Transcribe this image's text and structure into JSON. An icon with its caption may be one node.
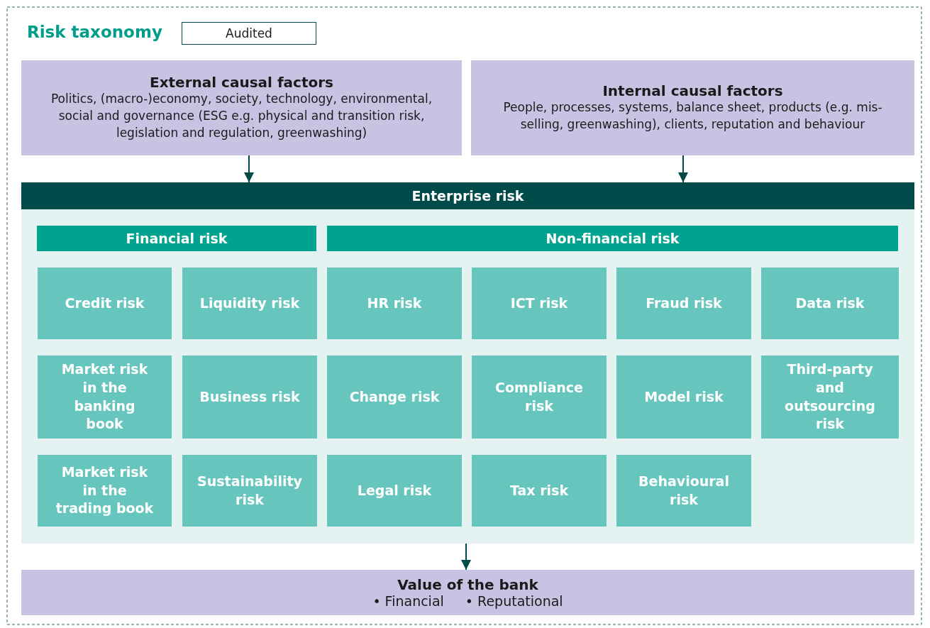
{
  "diagram": {
    "title": "Risk taxonomy",
    "nodes": [
      {
        "text": [
          "Audited"
        ]
      },
      {
        "text": [
          "External causal factors",
          "Politics, (macro-)economy, society, technology, environmental, social and governance (ESG e.g. physical and transition risk, legislation and regulation, greenwashing)"
        ]
      },
      {
        "text": [
          "Internal causal factors",
          "People, processes, systems, balance sheet, products (e.g. mis-selling, greenwashing), clients, reputation and behaviour"
        ]
      },
      {
        "text": [
          "Enterprise risk"
        ]
      },
      {
        "text": [
          "Financial risk"
        ],
        "in": 3
      },
      {
        "text": [
          "Non-financial risk"
        ],
        "in": 3
      },
      {
        "text": [
          "Credit risk"
        ],
        "in": 3
      },
      {
        "text": [
          "Liquidity risk"
        ],
        "in": 3
      },
      {
        "text": [
          "HR risk"
        ],
        "in": 3
      },
      {
        "text": [
          "ICT risk"
        ],
        "in": 3
      },
      {
        "text": [
          "Fraud risk"
        ],
        "in": 3
      },
      {
        "text": [
          "Data risk"
        ],
        "in": 3
      },
      {
        "text": [
          "Market risk in the banking book"
        ],
        "in": 3
      },
      {
        "text": [
          "Business risk"
        ],
        "in": 3
      },
      {
        "text": [
          "Change risk"
        ],
        "in": 3
      },
      {
        "text": [
          "Compliance risk"
        ],
        "in": 3
      },
      {
        "text": [
          "Model risk"
        ],
        "in": 3
      },
      {
        "text": [
          "Third-party and outsourcing risk"
        ],
        "in": 3
      },
      {
        "text": [
          "Market risk in the trading book"
        ],
        "in": 3
      },
      {
        "text": [
          "Sustainability risk"
        ],
        "in": 3
      },
      {
        "text": [
          "Legal risk"
        ],
        "in": 3
      },
      {
        "text": [
          "Tax risk"
        ],
        "in": 3
      },
      {
        "text": [
          "Behavioural risk"
        ],
        "in": 3
      },
      {
        "text": [
          "Value of the bank",
          "• Financial",
          "• Reputational"
        ]
      }
    ],
    "edges": [
      {
        "from": 1,
        "to": 3,
        "arrow": "to"
      },
      {
        "from": 2,
        "to": 3,
        "arrow": "to"
      },
      {
        "from": 3,
        "to": 23,
        "arrow": "to"
      }
    ]
  }
}
